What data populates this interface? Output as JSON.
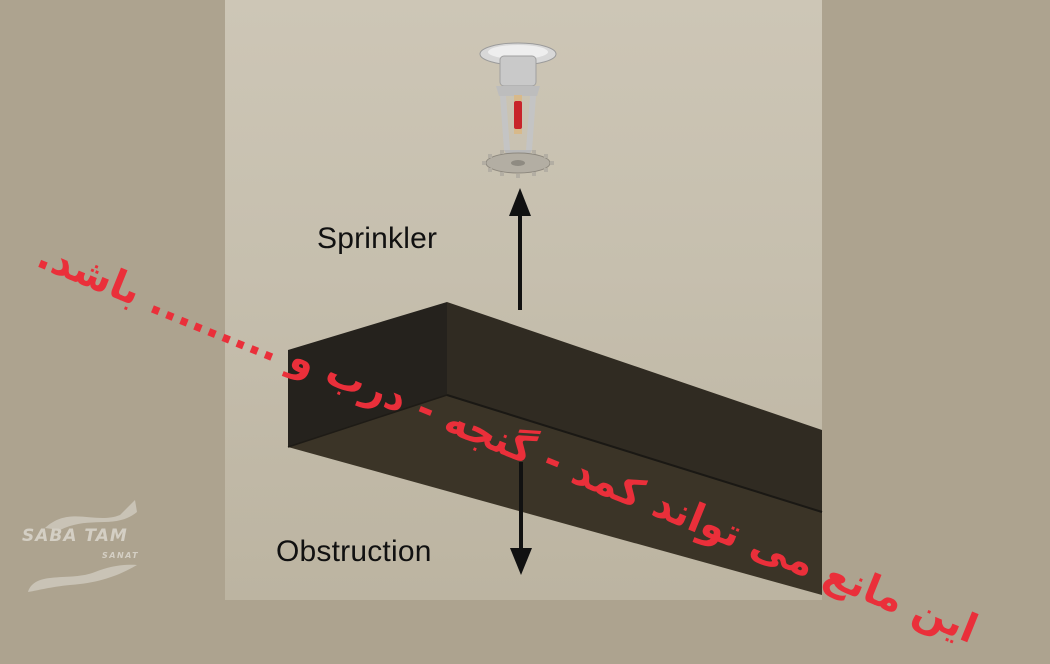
{
  "diagram": {
    "labels": {
      "sprinkler": "Sprinkler",
      "obstruction": "Obstruction"
    },
    "annotation_fa": "این مانع می تواند کمد - گنجه - درب و ......... باشد.",
    "icons": {
      "sprinkler_head": "sprinkler-head-icon",
      "arrow_up": "arrow-up-icon",
      "arrow_down": "arrow-down-icon"
    },
    "colors": {
      "background": "#ada38f",
      "panel": "#c8c1b0",
      "beam_front": "#2a2620",
      "beam_side": "#302b22",
      "beam_bottom": "#3c3527",
      "annotation_red": "#ea2f3a",
      "label_text": "#111111"
    }
  },
  "logo": {
    "name": "SABA TAM",
    "sub": "SANAT"
  }
}
